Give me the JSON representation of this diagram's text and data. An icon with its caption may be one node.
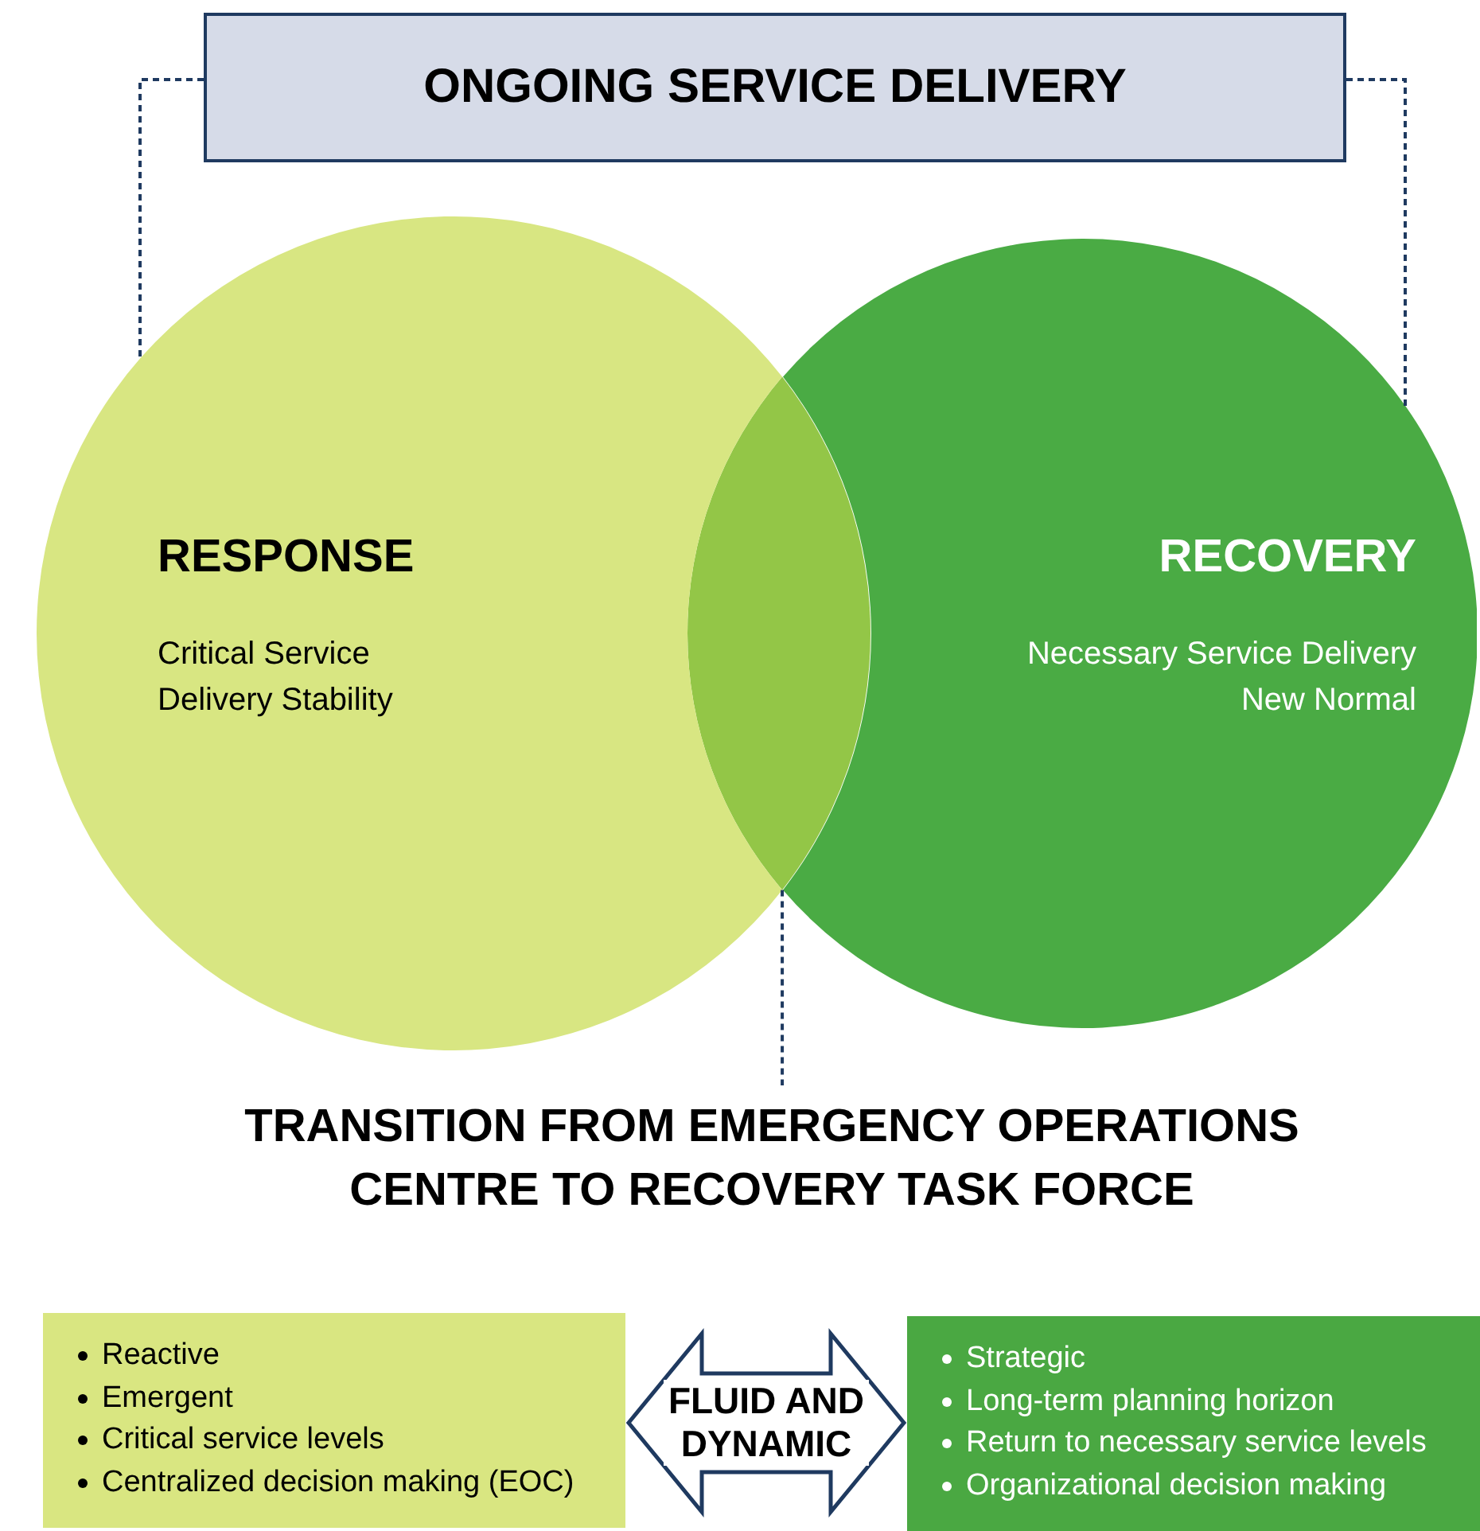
{
  "diagram": {
    "nodes": [
      {
        "text": [
          "ONGOING SERVICE DELIVERY"
        ]
      },
      {
        "text": [
          "RESPONSE",
          "Critical Service Delivery Stability"
        ]
      },
      {
        "text": [
          "RECOVERY",
          "Necessary Service Delivery",
          "New Normal"
        ]
      },
      {
        "text": [],
        "shape": "lens"
      },
      {
        "text": [
          "TRANSITION FROM EMERGENCY OPERATIONS CENTRE TO RECOVERY TASK FORCE"
        ]
      },
      {
        "text": [
          "Reactive",
          "Emergent",
          "Critical service levels",
          "Centralized decision making (EOC)"
        ]
      },
      {
        "text": [
          "Strategic",
          "Long-term planning horizon",
          "Return to necessary service levels",
          "Organizational decision making"
        ]
      }
    ],
    "edges": [
      {
        "from": 0,
        "to": 1,
        "arrow": "none",
        "style": "dashed"
      },
      {
        "from": 0,
        "to": 2,
        "arrow": "none",
        "style": "dashed"
      },
      {
        "from": 3,
        "to": 4,
        "arrow": "none",
        "style": "dashed"
      },
      {
        "from": 5,
        "to": 6,
        "arrow": "both",
        "label": "FLUID AND DYNAMIC"
      }
    ]
  }
}
